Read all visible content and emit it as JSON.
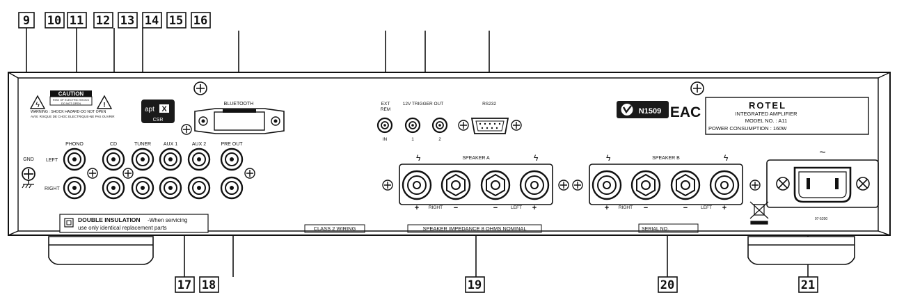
{
  "callouts": {
    "n9": "9",
    "n10": "10",
    "n11": "11",
    "n12": "12",
    "n13": "13",
    "n14": "14",
    "n15": "15",
    "n16": "16",
    "n17": "17",
    "n18": "18",
    "n19": "19",
    "n20": "20",
    "n21": "21"
  },
  "caution": {
    "title": "CAUTION",
    "line1": "RISK OF ELECTRIC SHOCK",
    "line2": "DO NOT OPEN",
    "warning1": "WARNING : SHOCK HAZARD-DO NOT OPEN",
    "warning2": "AVIS: RISQUE DE CHOC ELECTRIQUE-NE PAS OUVRIR"
  },
  "aptx": {
    "brand": "apt",
    "mark": "X",
    "sub": "CSR"
  },
  "labels": {
    "bluetooth": "BLUETOOTH",
    "gnd": "GND",
    "left": "LEFT",
    "right": "RIGHT",
    "phono": "PHONO",
    "cd": "CD",
    "tuner": "TUNER",
    "aux1": "AUX 1",
    "aux2": "AUX 2",
    "preout": "PRE OUT",
    "ext_rem_1": "EXT",
    "ext_rem_2": "REM",
    "ext_in": "IN",
    "trigger": "12V TRIGGER OUT",
    "trig1": "1",
    "trig2": "2",
    "rs232": "RS232",
    "speaker_a": "SPEAKER A",
    "speaker_b": "SPEAKER B",
    "sp_right": "RIGHT",
    "sp_left": "LEFT",
    "plus": "+",
    "minus": "−",
    "class2": "CLASS 2 WIRING",
    "impedance": "SPEAKER IMPEDANCE 8 OHMS NOMINAL",
    "serial": "SERIAL NO.",
    "double_ins_1": "DOUBLE INSULATION",
    "double_ins_2": "-When servicing",
    "double_ins_3": "use only identical replacement parts",
    "n1509": "N1509",
    "eac": "EAC",
    "part_no": "07-5200",
    "ac_symbol": "~"
  },
  "info_panel": {
    "brand": "ROTEL",
    "product": "INTEGRATED AMPLIFIER",
    "model": "MODEL NO. : A11",
    "power": "POWER CONSUMPTION : 160W"
  },
  "colors": {
    "line": "#111111",
    "panel": "#ffffff",
    "badge": "#1a1a1a"
  }
}
